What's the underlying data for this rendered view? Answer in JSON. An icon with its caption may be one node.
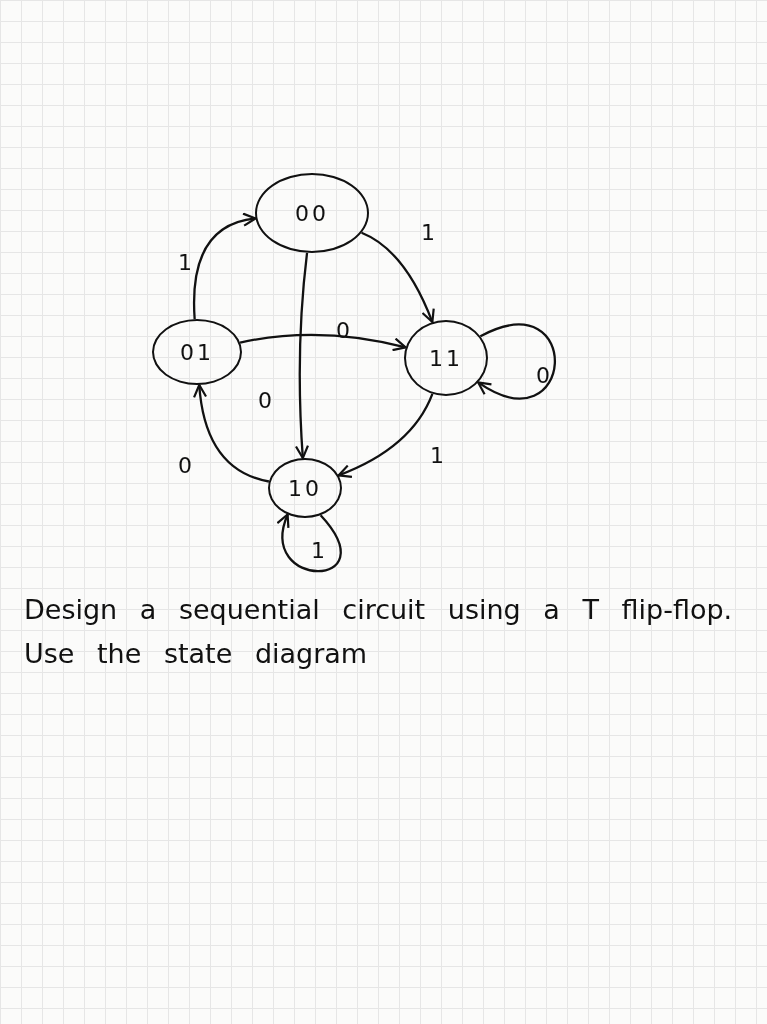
{
  "diagram": {
    "caption": "Design a sequential circuit using a T flip-flop. Use the state diagram",
    "nodes": [
      {
        "text": [
          "00"
        ]
      },
      {
        "text": [
          "01"
        ]
      },
      {
        "text": [
          "11"
        ]
      },
      {
        "text": [
          "10"
        ]
      }
    ],
    "edges": [
      {
        "from": 1,
        "to": 0,
        "arrow": "to",
        "label": "1"
      },
      {
        "from": 0,
        "to": 2,
        "arrow": "to",
        "label": "1"
      },
      {
        "from": 1,
        "to": 2,
        "arrow": "to",
        "label": "0"
      },
      {
        "from": 0,
        "to": 3,
        "arrow": "to",
        "label": "0"
      },
      {
        "from": 3,
        "to": 1,
        "arrow": "to",
        "label": "0"
      },
      {
        "from": 2,
        "to": 3,
        "arrow": "to",
        "label": "1"
      },
      {
        "from": 2,
        "to": 2,
        "arrow": "to",
        "label": "0"
      },
      {
        "from": 3,
        "to": 3,
        "arrow": "to",
        "label": "1"
      }
    ]
  }
}
